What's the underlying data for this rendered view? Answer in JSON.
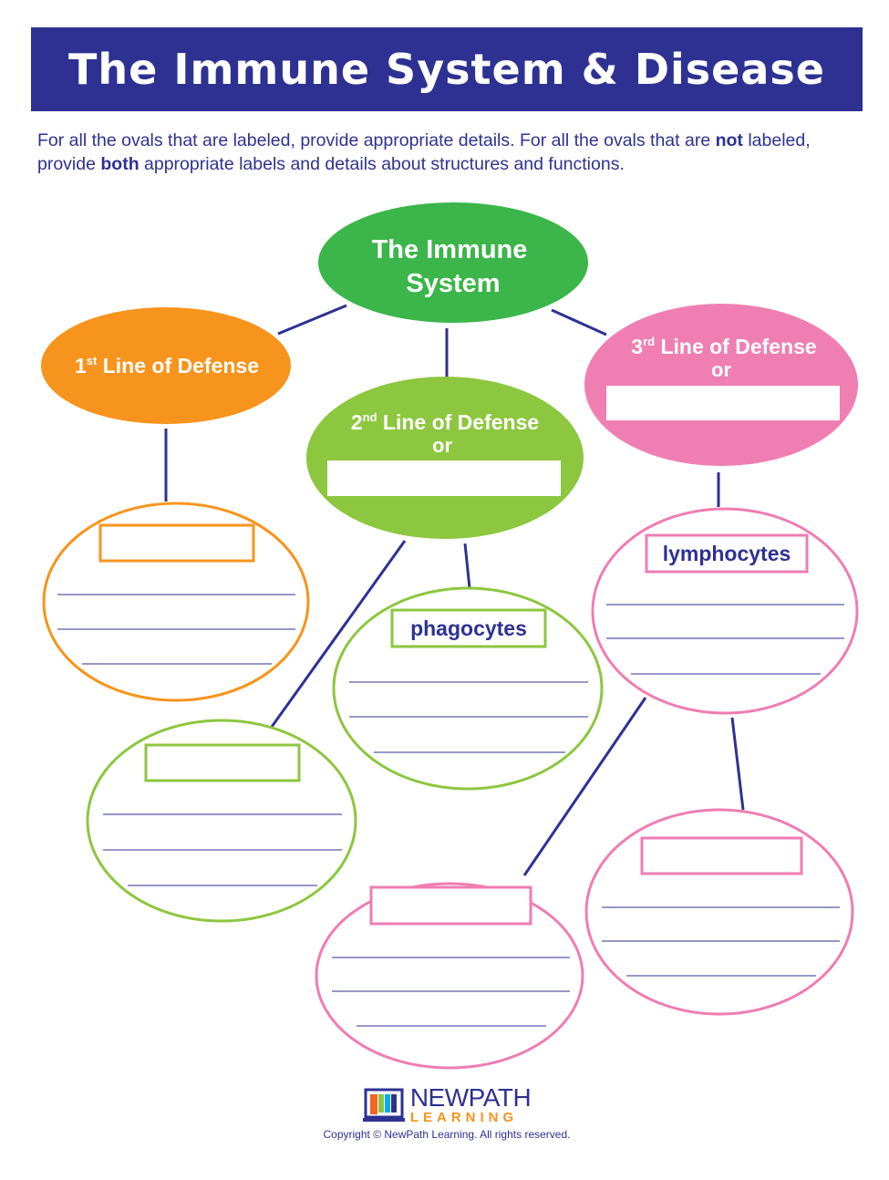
{
  "header": {
    "title": "The Immune System & Disease"
  },
  "instructions": {
    "part1": "For all the ovals that are labeled, provide appropriate details.  For all the ovals that are ",
    "bold1": "not",
    "part2": " labeled, provide ",
    "bold2": "both",
    "part3": " appropriate labels and details about structures and functions."
  },
  "diagram": {
    "center": {
      "line1": "The Immune",
      "line2": "System"
    },
    "first": {
      "num": "1",
      "sup": "st",
      "text": " Line of Defense"
    },
    "second": {
      "num": "2",
      "sup": "nd",
      "text": " Line of Defense",
      "or": "or"
    },
    "third": {
      "num": "3",
      "sup": "rd",
      "text": " Line of Defense",
      "or": "or"
    },
    "phagocytes": "phagocytes",
    "lymphocytes": "lymphocytes"
  },
  "colors": {
    "navy": "#2e3192",
    "green": "#3cb54a",
    "orange": "#f7941d",
    "lightgreen": "#8dc63f",
    "pink": "#ee7db3"
  },
  "footer": {
    "logo_new": "NEWPATH",
    "logo_learning": "LEARNING",
    "copyright": "Copyright © NewPath Learning.  All rights reserved."
  }
}
